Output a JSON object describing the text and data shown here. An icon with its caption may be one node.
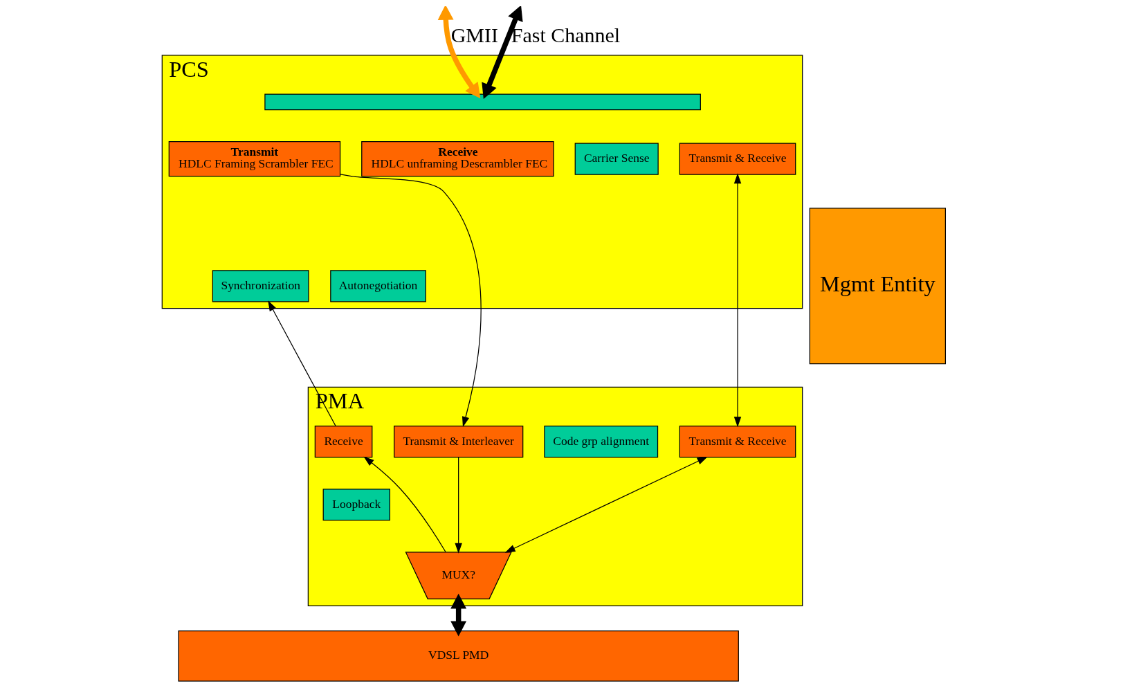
{
  "diagram": {
    "nodes": [
      {
        "text": [
          "PCS"
        ]
      },
      {
        "text": [],
        "shape": "bar",
        "in": 0
      },
      {
        "text": [
          "Transmit",
          "HDLC Framing Scrambler FEC"
        ],
        "in": 0
      },
      {
        "text": [
          "Carrier Sense"
        ],
        "in": 0
      },
      {
        "text": [
          "Receive",
          "HDLC unframing Descrambler FEC"
        ],
        "in": 0
      },
      {
        "text": [
          "Transmit & Receive"
        ],
        "in": 0
      },
      {
        "text": [
          "Autonegotiation"
        ],
        "in": 0
      },
      {
        "text": [
          "Synchronization"
        ],
        "in": 0
      },
      {
        "text": [
          "PMA"
        ]
      },
      {
        "text": [
          "Transmit & Interleaver"
        ],
        "in": 8
      },
      {
        "text": [
          "Code grp alignment"
        ],
        "in": 8
      },
      {
        "text": [
          "Receive"
        ],
        "in": 8
      },
      {
        "text": [
          "Transmit & Receive"
        ],
        "in": 8
      },
      {
        "text": [
          "Loopback"
        ],
        "in": 8
      },
      {
        "text": [
          "MUX?"
        ],
        "in": 8
      },
      {
        "text": [
          "VDSL PMD"
        ]
      },
      {
        "text": [
          "Mgmt Entity"
        ]
      }
    ],
    "edges": [
      {
        "from": null,
        "to": 1,
        "arrow": "both",
        "label": "GMII",
        "style": "thick",
        "color": "#ff9900"
      },
      {
        "from": null,
        "to": 1,
        "arrow": "both",
        "label": "Fast Channel",
        "style": "thick"
      },
      {
        "from": 2,
        "to": 9,
        "arrow": "to"
      },
      {
        "from": 9,
        "to": 14,
        "arrow": "to"
      },
      {
        "from": 14,
        "to": 11,
        "arrow": "to"
      },
      {
        "from": 11,
        "to": 7,
        "arrow": "to"
      },
      {
        "from": 5,
        "to": 12,
        "arrow": "both"
      },
      {
        "from": 12,
        "to": 14,
        "arrow": "both"
      },
      {
        "from": 14,
        "to": 15,
        "arrow": "both",
        "style": "thick"
      }
    ]
  }
}
